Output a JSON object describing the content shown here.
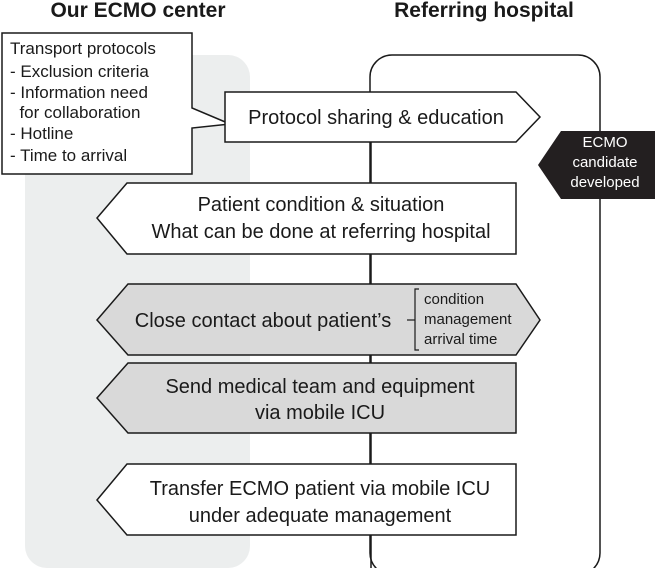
{
  "headers": {
    "left": "Our ECMO center",
    "right": "Referring hospital"
  },
  "callout": {
    "title": "Transport protocols",
    "items": [
      "- Exclusion criteria",
      "- Information need",
      "  for collaboration",
      "- Hotline",
      "- Time to arrival"
    ]
  },
  "badge": {
    "lines": [
      "ECMO",
      "candidate",
      "developed"
    ]
  },
  "steps": [
    {
      "lines": [
        "Protocol sharing & education"
      ]
    },
    {
      "lines": [
        "Patient condition & situation",
        "What can be done at referring hospital"
      ]
    },
    {
      "lines": [
        "Close contact about patient’s"
      ]
    },
    {
      "lines": [
        "Send medical team and equipment",
        "via mobile ICU"
      ]
    },
    {
      "lines": [
        "Transfer ECMO patient via mobile ICU",
        "under adequate management"
      ]
    }
  ],
  "contact_items": [
    "condition",
    "management",
    "arrival time"
  ]
}
